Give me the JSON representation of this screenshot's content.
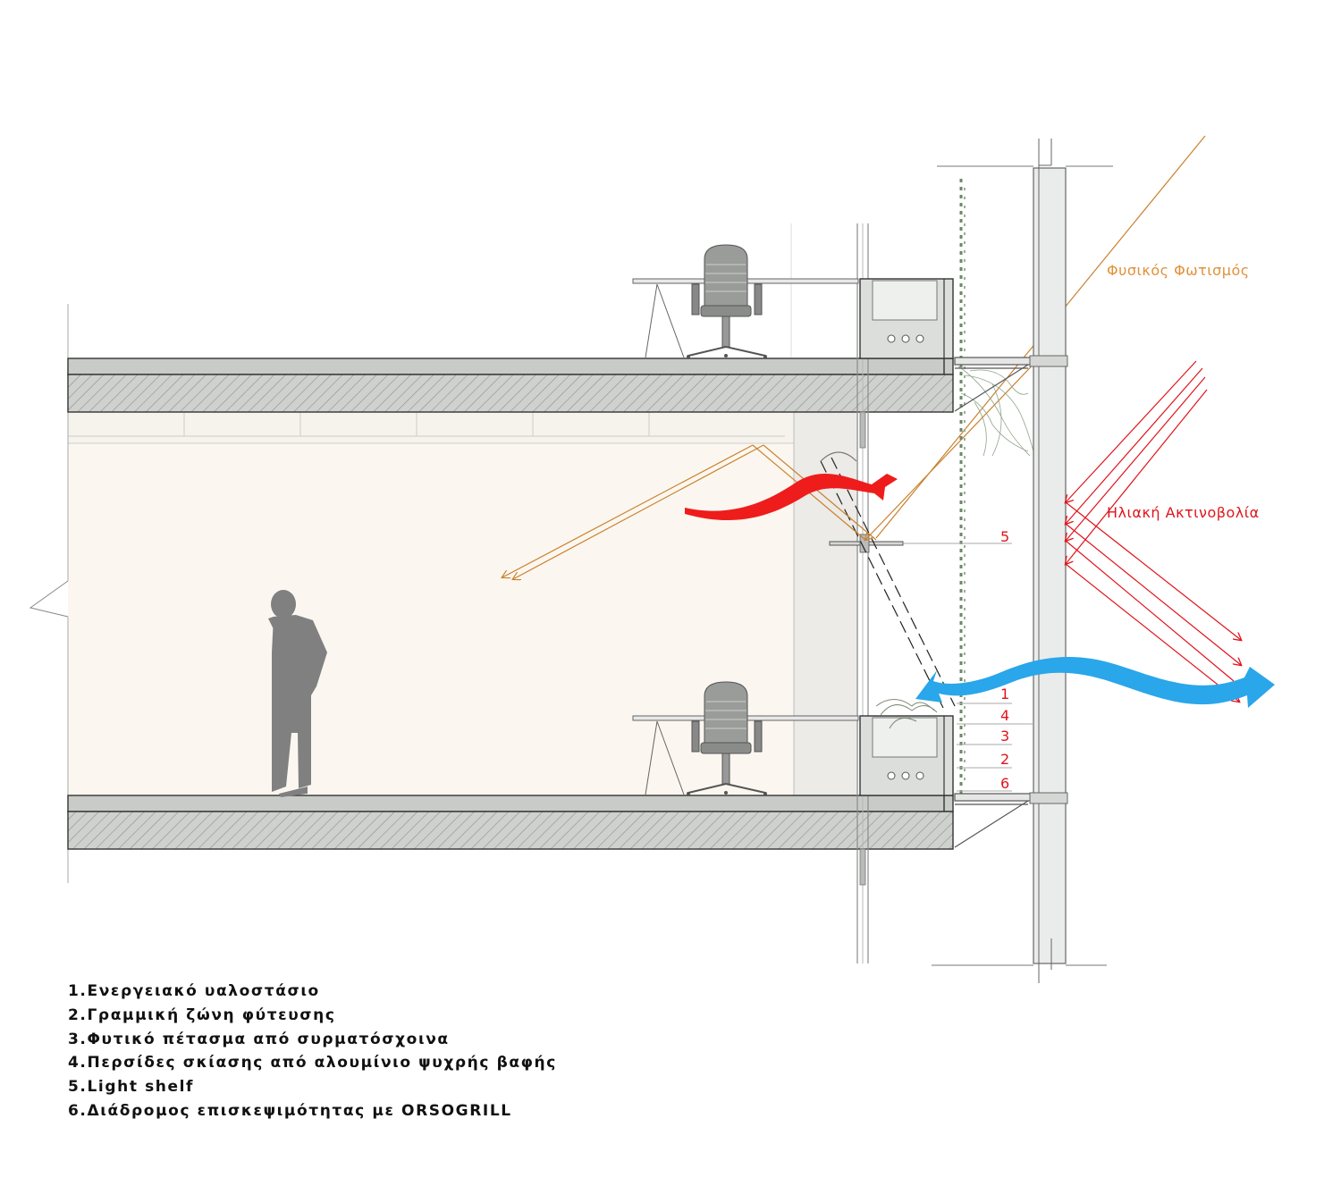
{
  "labels": {
    "natural_light": "Φυσικός Φωτισμός",
    "solar_radiation": "Ηλιακή Ακτινοβολία"
  },
  "markers": {
    "m1": "1",
    "m2": "2",
    "m3": "3",
    "m4": "4",
    "m5": "5",
    "m6": "6"
  },
  "legend": [
    "1.Ενεργειακό υαλοστάσιο",
    "2.Γραμμική ζώνη φύτευσης",
    "3.Φυτικό πέτασμα από συρματόσχοινα",
    "4.Περσίδες σκίασης από αλουμίνιο ψυχρής βαφής",
    "5.Light shelf",
    "6.Διάδρομος επισκεψιμότητας με ORSOGRILL"
  ],
  "colors": {
    "natural_light": "#e0913a",
    "solar_radiation": "#e0141b",
    "warm_air": "#ef1c1c",
    "cool_air": "#2aa6ea",
    "slab": "#c9cbc9",
    "interior": "#fbf7f0"
  }
}
